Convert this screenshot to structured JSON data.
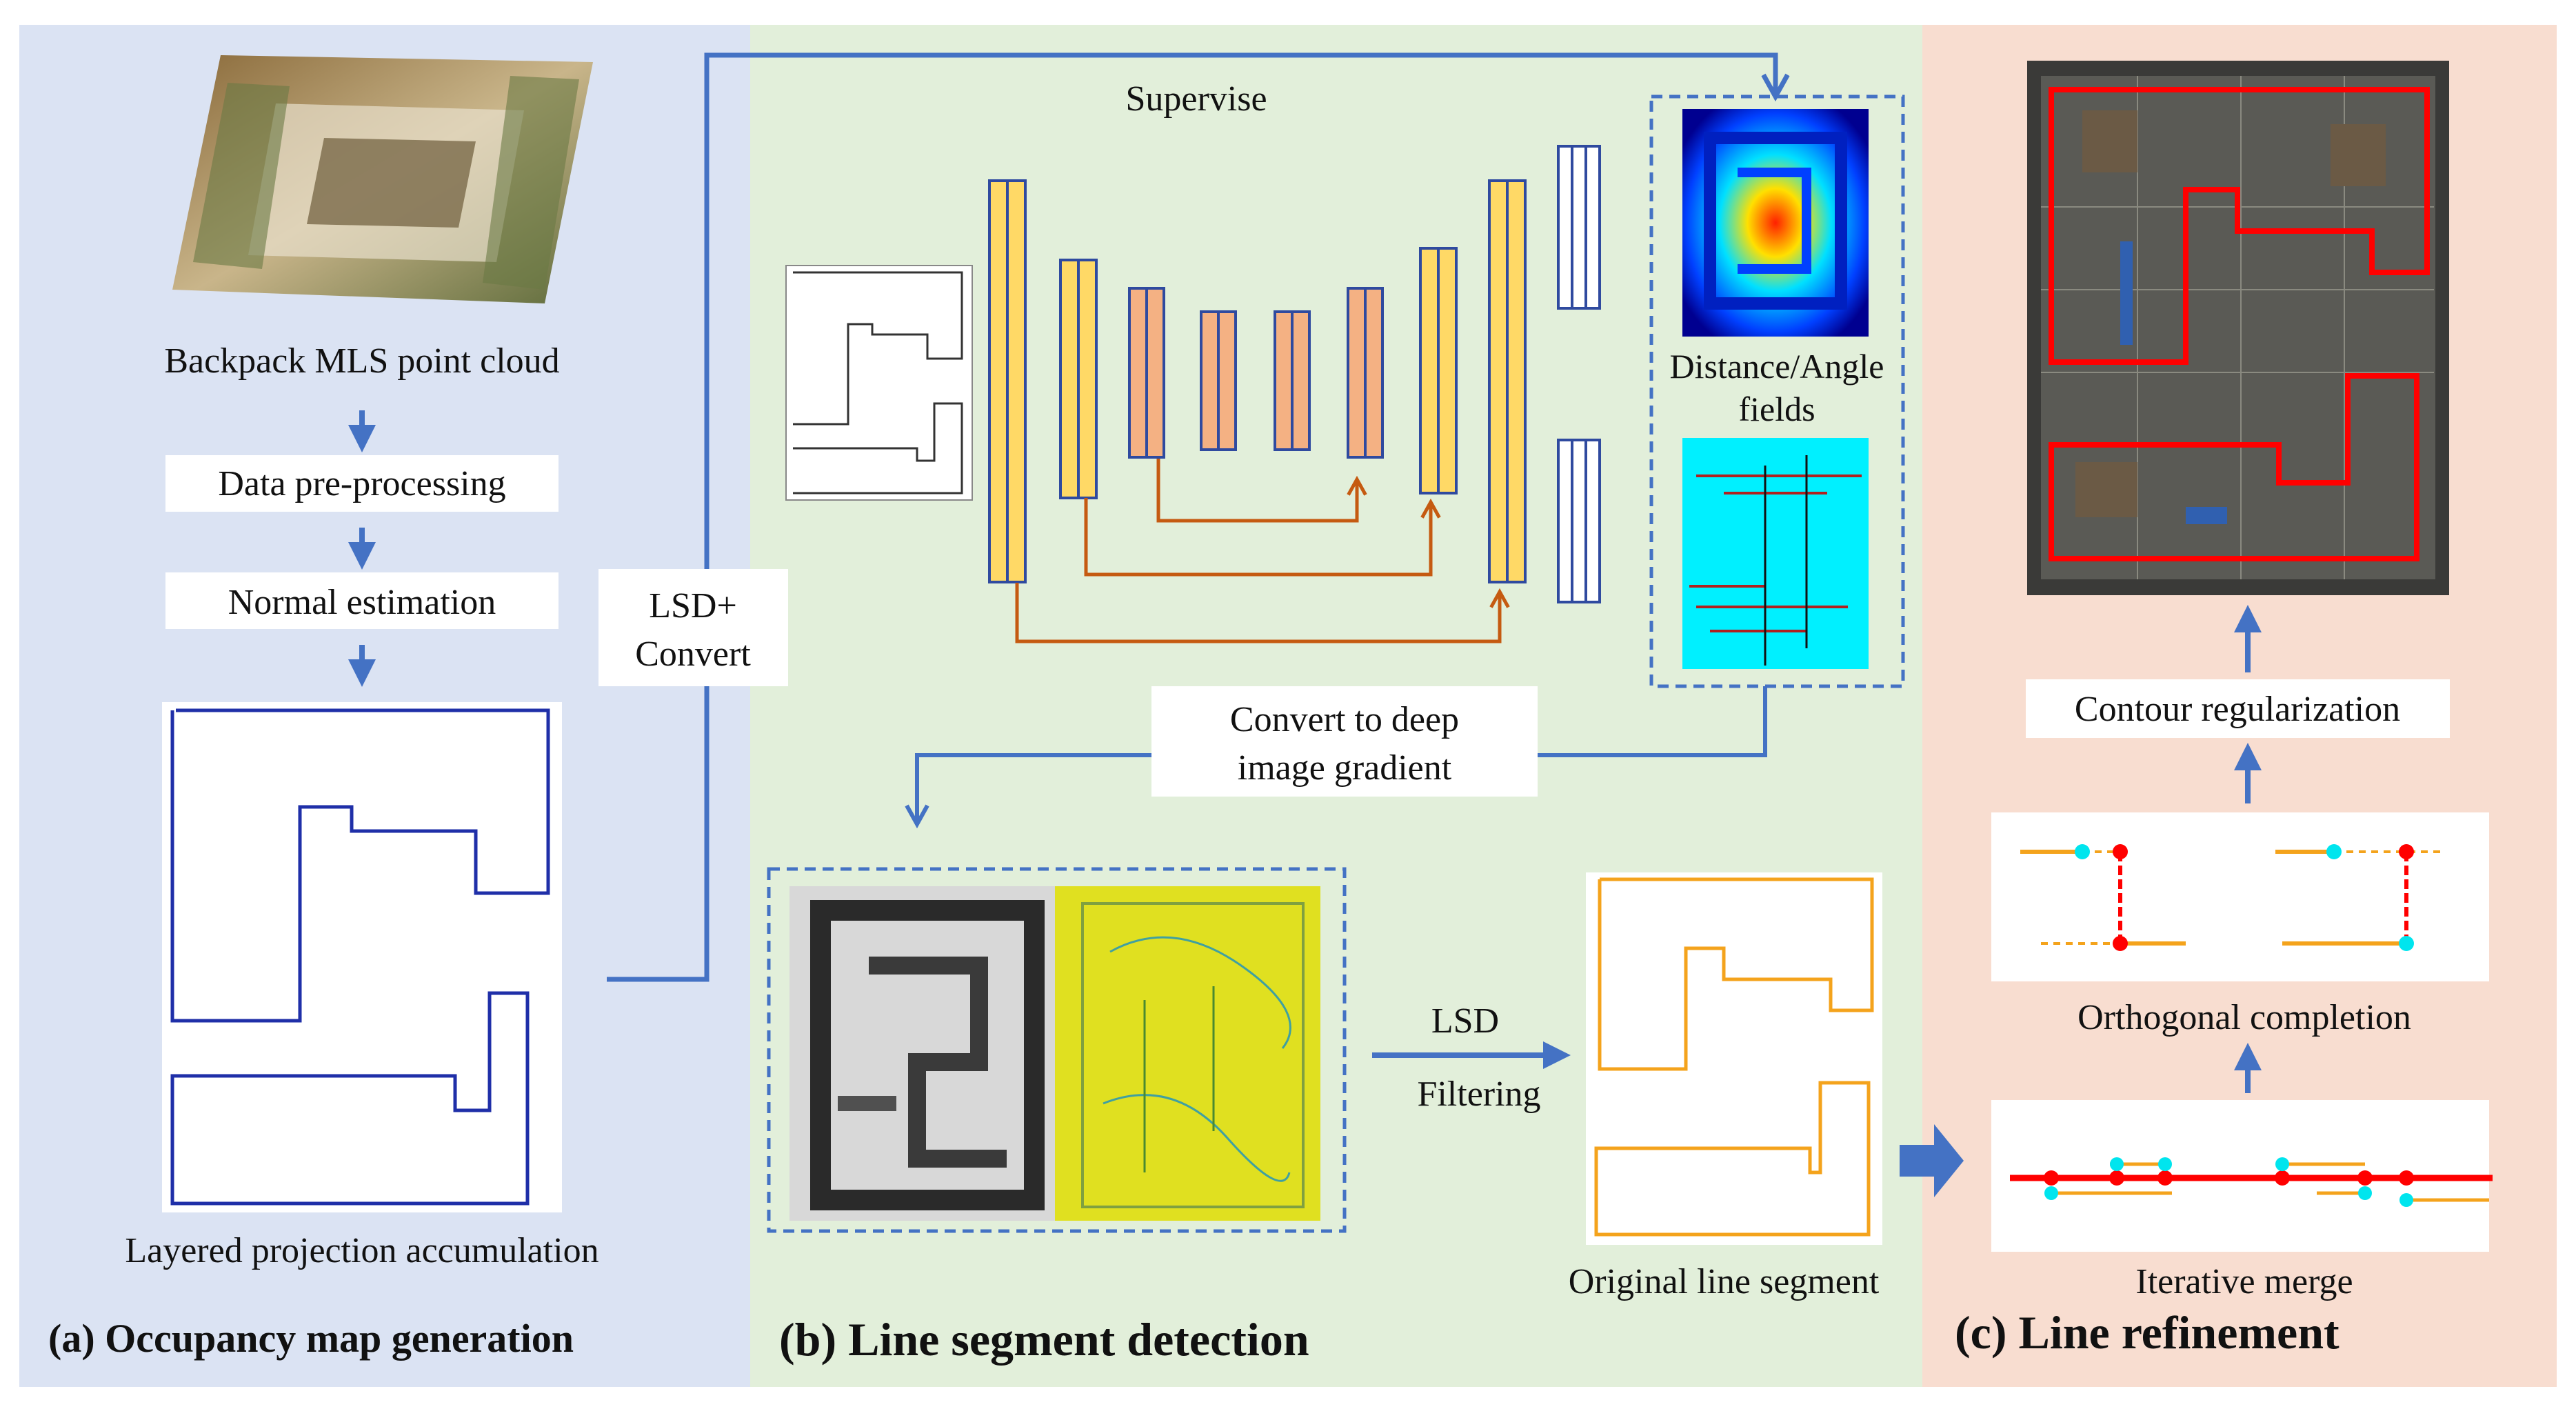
{
  "panel_a": {
    "title": "(a)  Occupancy map generation",
    "point_cloud_label": "Backpack MLS point cloud",
    "step1": "Data pre-processing",
    "step2": "Normal estimation",
    "projection_label": "Layered projection accumulation"
  },
  "panel_b": {
    "title": "(b)  Line segment detection",
    "supervise_label": "Supervise",
    "lsd_convert_line1": "LSD+",
    "lsd_convert_line2": "Convert",
    "fields_label_line1": "Distance/Angle",
    "fields_label_line2": "fields",
    "gradient_line1": "Convert to deep",
    "gradient_line2": "image gradient",
    "lsd_label": "LSD",
    "filtering_label": "Filtering",
    "original_segment_label": "Original line segment"
  },
  "panel_c": {
    "title": "(c)  Line refinement",
    "contour_label": "Contour regularization",
    "orthogonal_label": "Orthogonal completion",
    "iterative_label": "Iterative  merge"
  },
  "colors": {
    "panel_a_bg": "#dbe3f3",
    "panel_b_bg": "#e2efda",
    "panel_c_bg": "#f8ddd0",
    "arrow_blue": "#4472c4",
    "skip_orange": "#c55a11",
    "block_yellow": "#ffd966",
    "block_salmon": "#f4b183",
    "line_orange": "#f4a31c",
    "line_red": "#ff0000",
    "point_cyan": "#00e5ee"
  }
}
